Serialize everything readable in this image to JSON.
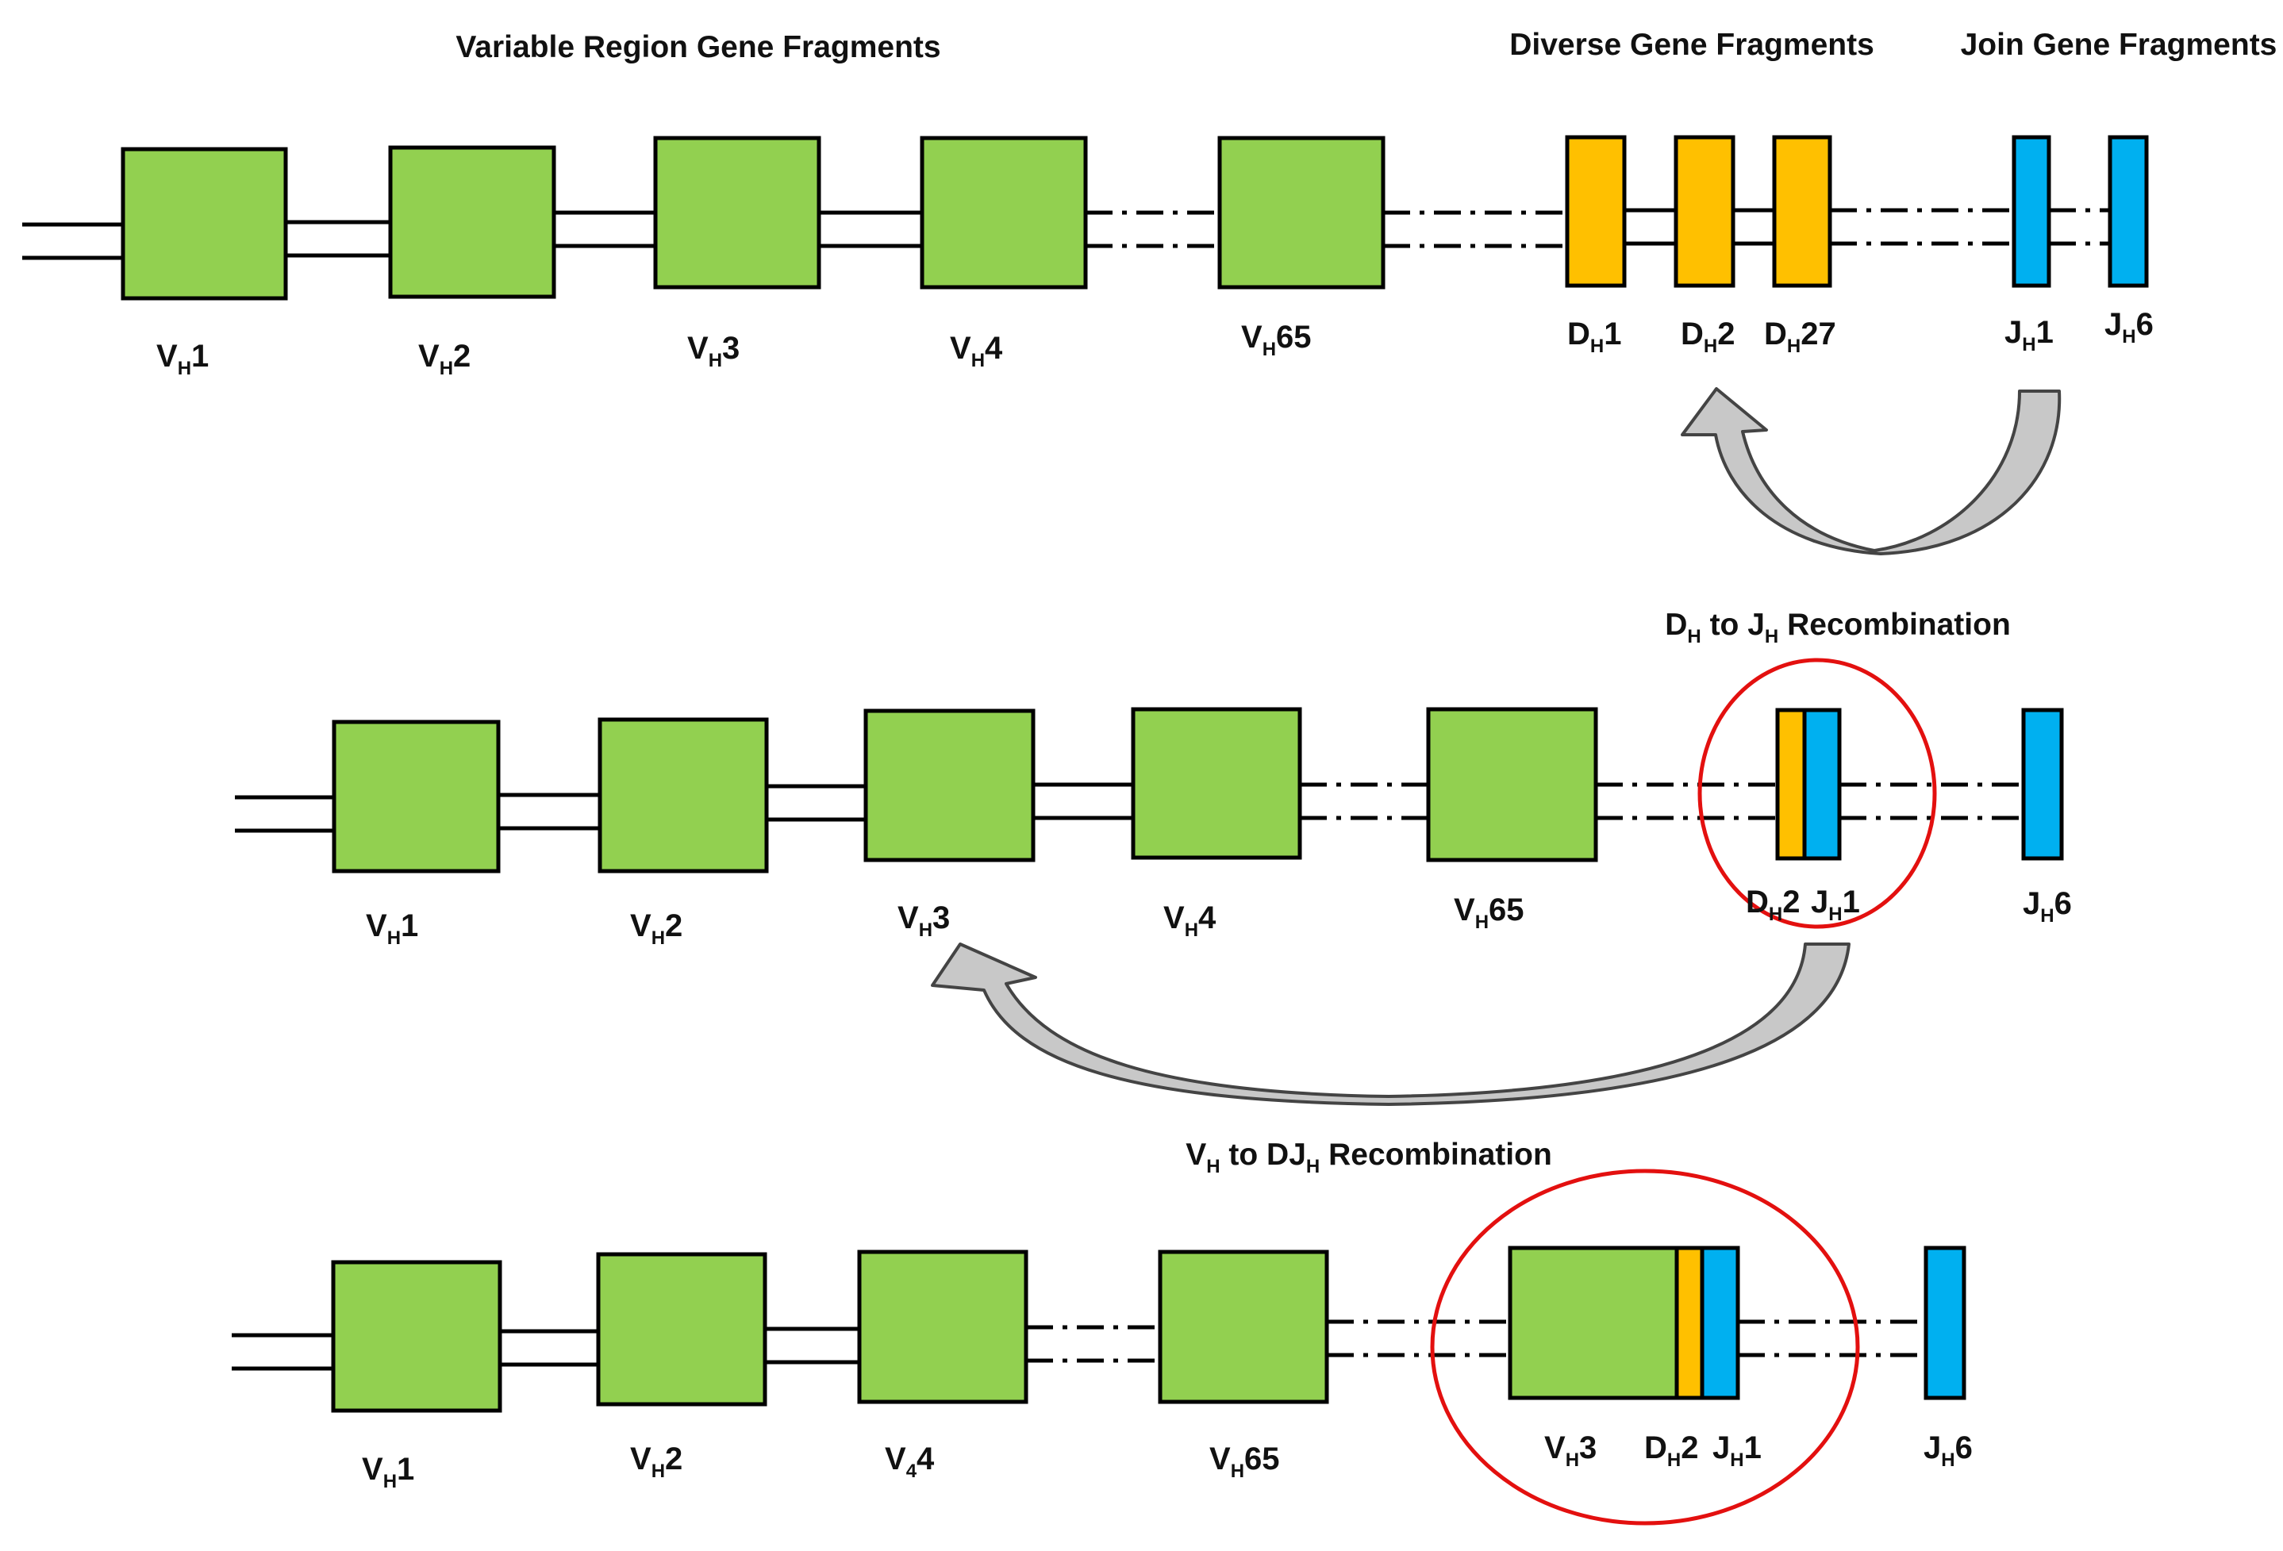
{
  "colors": {
    "v_gene": "#92d050",
    "d_gene": "#ffc000",
    "j_gene": "#00b0f0",
    "highlight_ring": "#e3100f",
    "arrow_fill": "#c8c8c8",
    "outline": "#000000"
  },
  "headers": {
    "variable": "Variable Region Gene Fragments",
    "diverse": "Diverse Gene Fragments",
    "join": "Join Gene Fragments"
  },
  "steps": {
    "dj": {
      "pre": "D",
      "sub1": "H",
      "mid": " to J",
      "sub2": "H",
      "post": " Recombination"
    },
    "vdj": {
      "pre": "V",
      "sub1": "H",
      "mid": " to DJ",
      "sub2": "H",
      "post": " Recombination"
    }
  },
  "rows": {
    "germline": {
      "v1": {
        "main": "V",
        "sub": "H",
        "num": "1"
      },
      "v2": {
        "main": "V",
        "sub": "H",
        "num": "2"
      },
      "v3": {
        "main": "V",
        "sub": "H",
        "num": "3"
      },
      "v4": {
        "main": "V",
        "sub": "H",
        "num": "4"
      },
      "v65": {
        "main": "V",
        "sub": "H",
        "num": "65"
      },
      "d1": {
        "main": "D",
        "sub": "H",
        "num": "1"
      },
      "d2": {
        "main": "D",
        "sub": "H",
        "num": "2"
      },
      "d27": {
        "main": "D",
        "sub": "H",
        "num": "27"
      },
      "j1": {
        "main": "J",
        "sub": "H",
        "num": "1"
      },
      "j6": {
        "main": "J",
        "sub": "H",
        "num": "6"
      }
    },
    "dj_rearranged": {
      "v1": {
        "main": "V",
        "sub": "H",
        "num": "1"
      },
      "v2": {
        "main": "V",
        "sub": "H",
        "num": "2"
      },
      "v3": {
        "main": "V",
        "sub": "H",
        "num": "3"
      },
      "v4": {
        "main": "V",
        "sub": "H",
        "num": "4"
      },
      "v65": {
        "main": "V",
        "sub": "H",
        "num": "65"
      },
      "d2": {
        "main": "D",
        "sub": "H",
        "num": "2"
      },
      "j1": {
        "main": "J",
        "sub": "H",
        "num": "1"
      },
      "j6": {
        "main": "J",
        "sub": "H",
        "num": "6"
      }
    },
    "vdj_rearranged": {
      "v1": {
        "main": "V",
        "sub": "H",
        "num": "1"
      },
      "v2": {
        "main": "V",
        "sub": "H",
        "num": "2"
      },
      "v4": {
        "main": "V",
        "sub": "4",
        "num": "4"
      },
      "v65": {
        "main": "V",
        "sub": "H",
        "num": "65"
      },
      "v3": {
        "main": "V",
        "sub": "H",
        "num": "3"
      },
      "d2": {
        "main": "D",
        "sub": "H",
        "num": "2"
      },
      "j1": {
        "main": "J",
        "sub": "H",
        "num": "1"
      },
      "j6": {
        "main": "J",
        "sub": "H",
        "num": "6"
      }
    }
  }
}
